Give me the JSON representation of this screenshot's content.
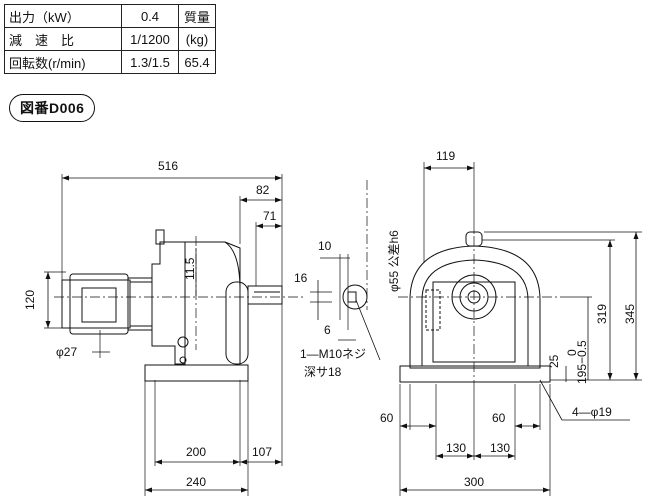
{
  "spec_table": {
    "row1": {
      "label": "出力（kW）",
      "value": "0.4",
      "unit": "質量"
    },
    "row2": {
      "label": "減　速　比",
      "value": "1/1200",
      "unit": "(kg)"
    },
    "row3": {
      "label": "回転数(r/min)",
      "value": "1.3/1.5",
      "unit": "65.4"
    }
  },
  "drawing_number": "図番D006",
  "dimensions": {
    "overall_length": "516",
    "d82": "82",
    "d71": "71",
    "d120": "120",
    "d11_5": "11.5",
    "phi27": "φ27",
    "d200": "200",
    "d107": "107",
    "d240": "240",
    "d10": "10",
    "d16": "16",
    "d6": "6",
    "shaft": "φ55 公差h6",
    "tap": "1—M10ネジ",
    "tap_depth": "深サ18",
    "d119": "119",
    "d319": "319",
    "d345": "345",
    "tol": "0\n−0.5",
    "tol_a": "0",
    "tol_b": "195−0.5",
    "d25": "25",
    "d60a": "60",
    "d60b": "60",
    "d130a": "130",
    "d130b": "130",
    "d300": "300",
    "holes": "4—φ19"
  }
}
